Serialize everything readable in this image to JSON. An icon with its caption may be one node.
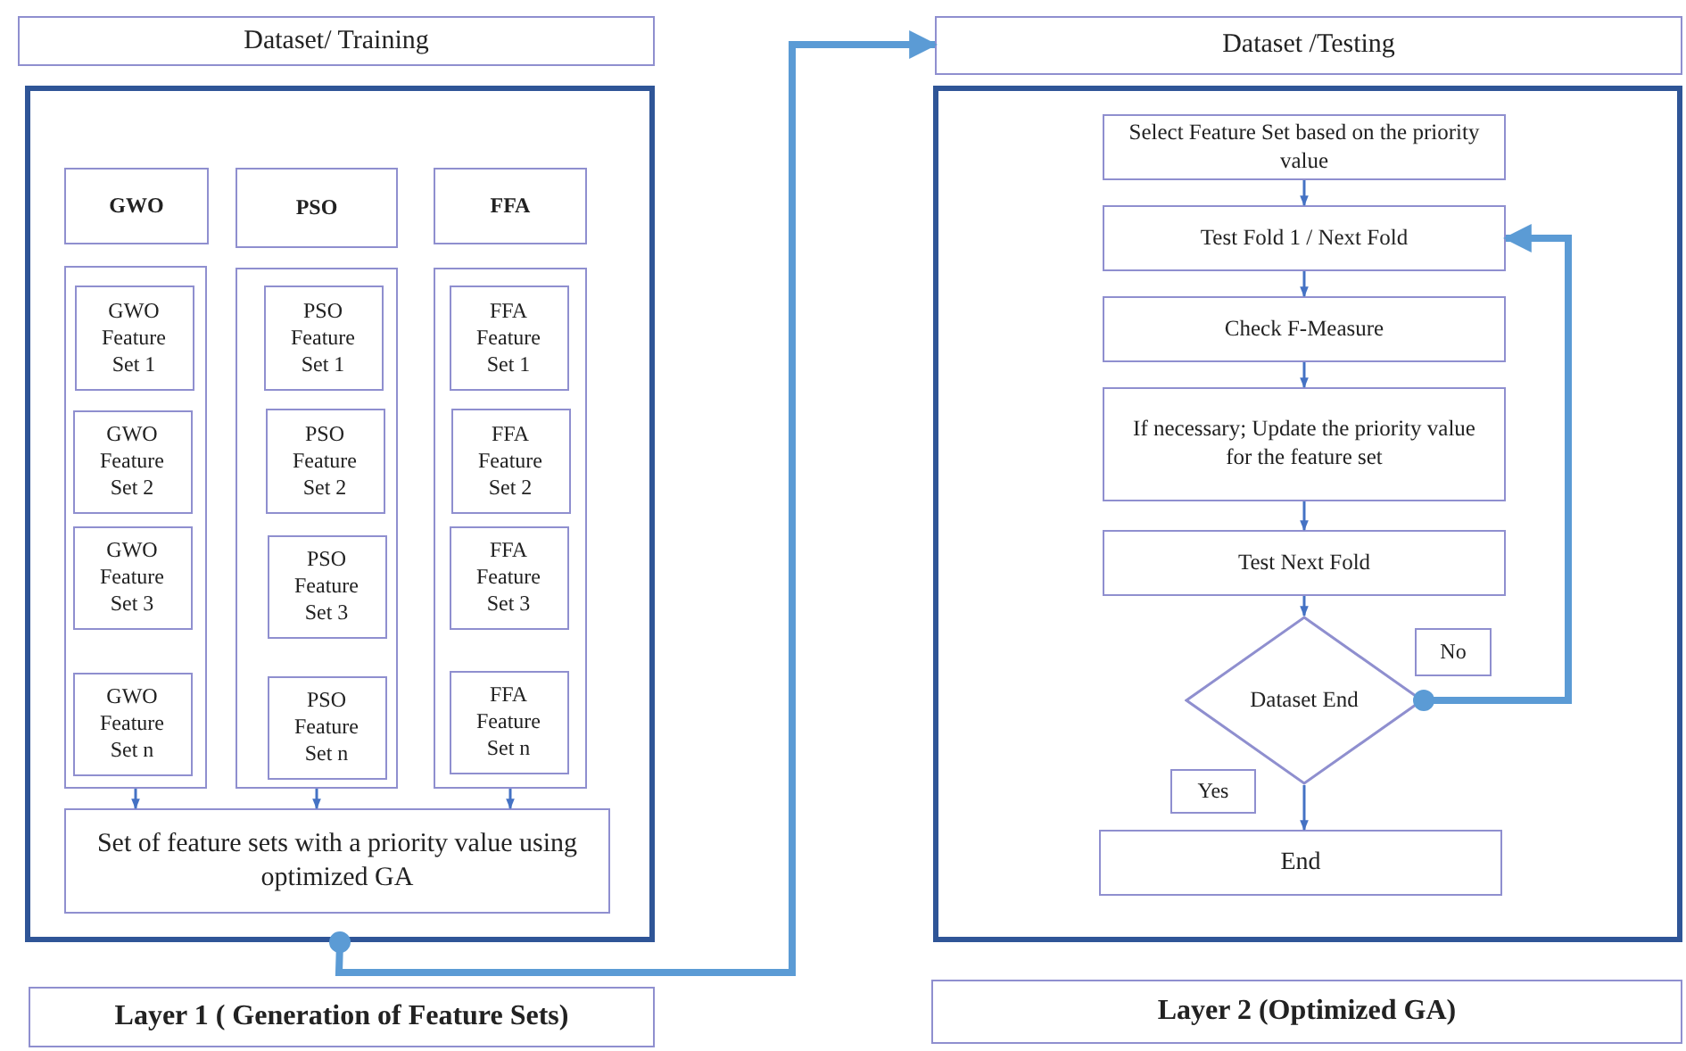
{
  "diagram": {
    "nodes": [
      {
        "text": [
          "Dataset/ Training"
        ]
      },
      {
        "text": [],
        "shape": "box"
      },
      {
        "text": [
          "GWO"
        ],
        "in": 1
      },
      {
        "text": [
          "PSO"
        ],
        "in": 1
      },
      {
        "text": [
          "FFA"
        ],
        "in": 1
      },
      {
        "text": [],
        "shape": "box",
        "in": 1
      },
      {
        "text": [
          "GWO Feature Set 1"
        ],
        "in": 5
      },
      {
        "text": [
          "GWO Feature Set 2"
        ],
        "in": 5
      },
      {
        "text": [
          "GWO Feature Set 3"
        ],
        "in": 5
      },
      {
        "text": [
          "GWO Feature Set n"
        ],
        "in": 5
      },
      {
        "text": [],
        "shape": "box",
        "in": 1
      },
      {
        "text": [
          "PSO Feature Set 1"
        ],
        "in": 10
      },
      {
        "text": [
          "PSO Feature Set 2"
        ],
        "in": 10
      },
      {
        "text": [
          "PSO Feature Set 3"
        ],
        "in": 10
      },
      {
        "text": [
          "PSO Feature Set n"
        ],
        "in": 10
      },
      {
        "text": [],
        "shape": "box",
        "in": 1
      },
      {
        "text": [
          "FFA Feature Set 1"
        ],
        "in": 15
      },
      {
        "text": [
          "FFA Feature Set 2"
        ],
        "in": 15
      },
      {
        "text": [
          "FFA Feature Set 3"
        ],
        "in": 15
      },
      {
        "text": [
          "FFA Feature Set n"
        ],
        "in": 15
      },
      {
        "text": [
          "Set of feature sets with a priority value using optimized GA"
        ],
        "in": 1
      },
      {
        "text": [
          "Layer 1 ( Generation of Feature Sets)"
        ]
      },
      {
        "text": [
          "Dataset /Testing"
        ]
      },
      {
        "text": [],
        "shape": "box"
      },
      {
        "text": [
          "Select Feature Set based on the priority value"
        ],
        "in": 23
      },
      {
        "text": [
          "Test Fold 1 / Next Fold"
        ],
        "in": 23
      },
      {
        "text": [
          "Check F-Measure"
        ],
        "in": 23
      },
      {
        "text": [
          "If necessary; Update the priority value for the feature set"
        ],
        "in": 23
      },
      {
        "text": [
          "Test Next Fold"
        ],
        "in": 23
      },
      {
        "text": [
          "Dataset End"
        ],
        "in": 23
      },
      {
        "text": [
          "End"
        ],
        "in": 23
      },
      {
        "text": [
          "Layer 2 (Optimized GA)"
        ]
      }
    ],
    "edges": [
      {
        "from": 5,
        "to": 20,
        "arrow": "to"
      },
      {
        "from": 10,
        "to": 20,
        "arrow": "to"
      },
      {
        "from": 15,
        "to": 20,
        "arrow": "to"
      },
      {
        "from": 1,
        "to": 22,
        "arrow": "to",
        "style": "thick",
        "color": "#5b9bd5"
      },
      {
        "from": 24,
        "to": 25,
        "arrow": "to"
      },
      {
        "from": 25,
        "to": 26,
        "arrow": "to"
      },
      {
        "from": 26,
        "to": 27,
        "arrow": "to"
      },
      {
        "from": 27,
        "to": 28,
        "arrow": "to"
      },
      {
        "from": 28,
        "to": 29,
        "arrow": "to"
      },
      {
        "from": 29,
        "to": 25,
        "arrow": "to",
        "label": "No",
        "style": "thick",
        "color": "#5b9bd5"
      },
      {
        "from": 29,
        "to": 30,
        "arrow": "to",
        "label": "Yes"
      }
    ]
  }
}
